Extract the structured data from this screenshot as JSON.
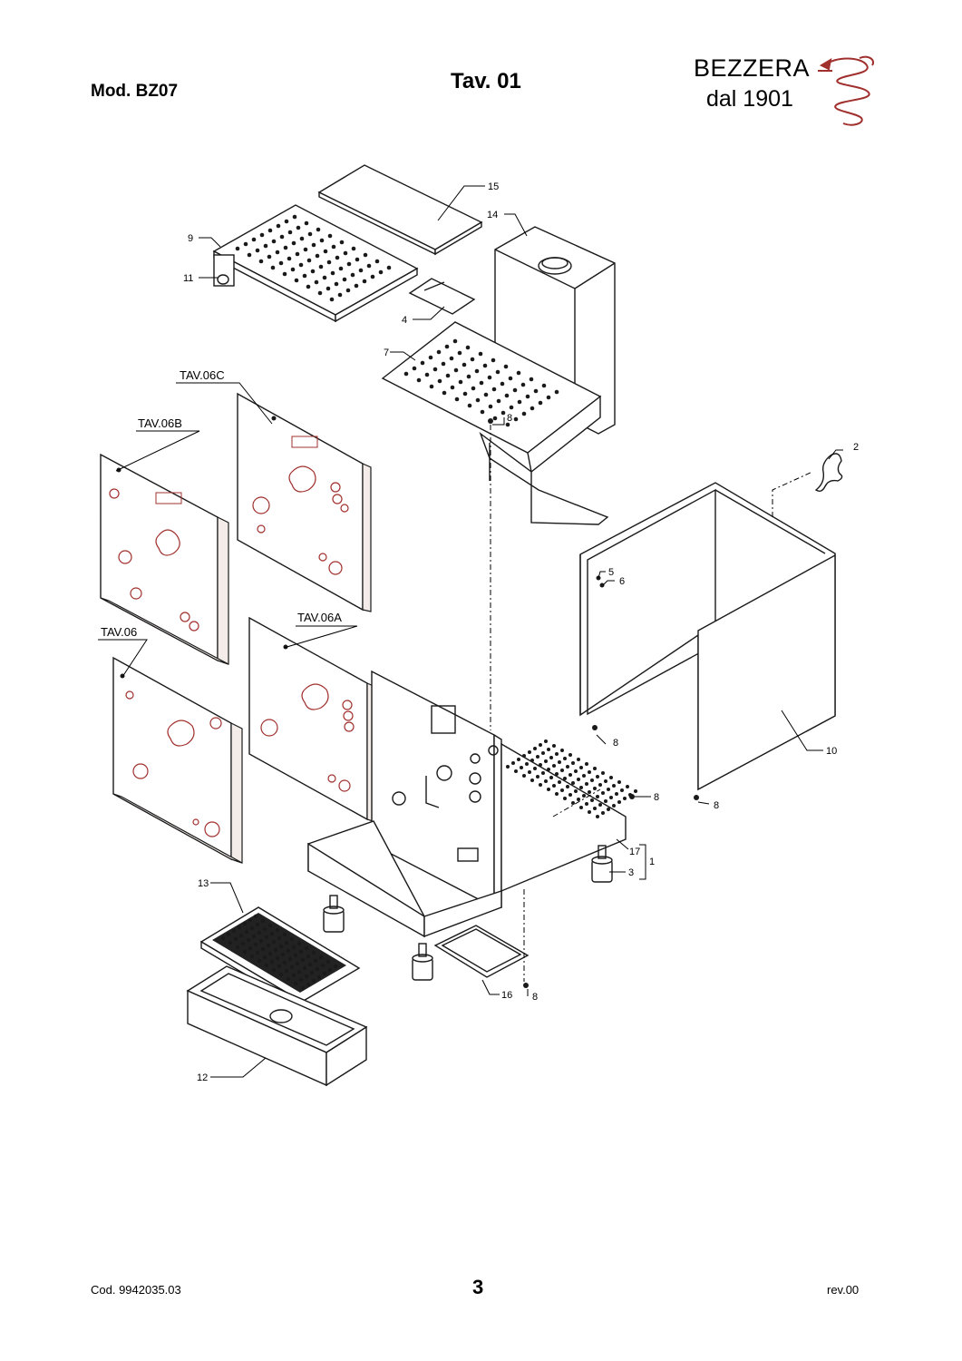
{
  "header": {
    "model": "Mod.  BZ07",
    "table": "Tav. 01",
    "brand_name": "BEZZERA",
    "brand_since": "dal 1901",
    "brand_color": "#a0302d"
  },
  "footer": {
    "code": "Cod. 9942035.03",
    "page": "3",
    "revision": "rev.00"
  },
  "callouts": {
    "c1": "1",
    "c2": "2",
    "c3": "3",
    "c4": "4",
    "c5": "5",
    "c6": "6",
    "c7": "7",
    "c8": "8",
    "c9": "9",
    "c10": "10",
    "c11": "11",
    "c12": "12",
    "c13": "13",
    "c14": "14",
    "c15": "15",
    "c16": "16",
    "c17": "17"
  },
  "panel_refs": {
    "tav06": "TAV.06",
    "tav06a": "TAV.06A",
    "tav06b": "TAV.06B",
    "tav06c": "TAV.06C"
  }
}
